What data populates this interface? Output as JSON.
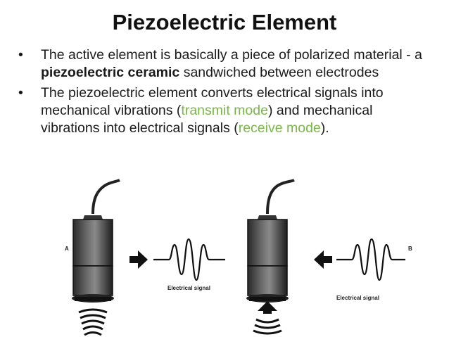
{
  "slide": {
    "title": "Piezoelectric Element",
    "bullet1": {
      "part1": "The active element is basically a piece of polarized material - a ",
      "bold": "piezoelectric ceramic",
      "part2": " sandwiched between electrodes"
    },
    "bullet2": {
      "part1": "The piezoelectric element  converts electrical signals into mechanical vibrations (",
      "transmit": "transmit mode",
      "part2": ") and mechanical vibrations into electrical signals (",
      "receive": "receive mode",
      "part3": ")."
    }
  },
  "diagram": {
    "label_a": "A",
    "label_b": "B",
    "signal_label_left": "Electrical signal",
    "signal_label_right": "Electrical signal"
  },
  "colors": {
    "highlight": "#7ab648"
  }
}
